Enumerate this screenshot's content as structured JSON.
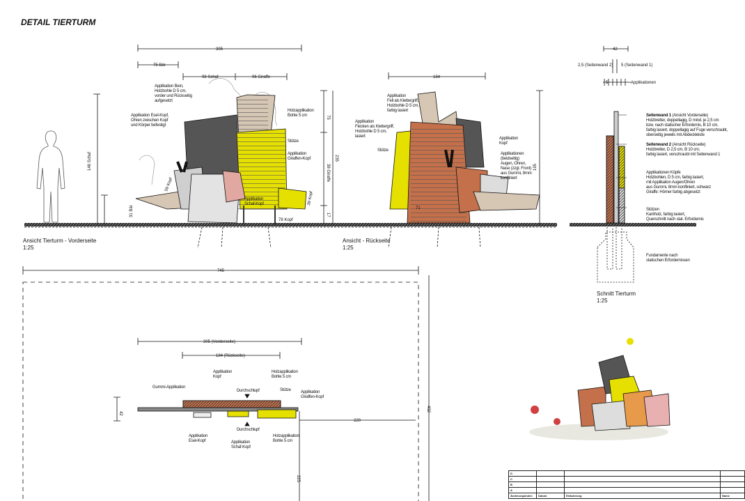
{
  "title": "DETAIL TIERTURM",
  "front_view": {
    "caption": "Ansicht Tierturm - Vorderseite",
    "scale": "1:25",
    "dims": {
      "total": "305",
      "bear": "75 Bär",
      "sheep": "98 Schaf",
      "giraffe": "96 Giraffe",
      "sheep_height": "146 Schaf",
      "bear_height": "31 Bär",
      "top": "75",
      "giraffe_height": "38 Giraffe",
      "bottom": "17",
      "overall_height": "235",
      "donkey_head": "59 Kopf",
      "giraffe_head": "39 Kopf",
      "sheep_head": "78 Kopf"
    },
    "notes": {
      "leg": "Applikation Bein,\nHolzbohle D 5 cm,\nvorder und Rückseitig\naufgesetzt",
      "donkey_head": "Applikation Esel-Kopf,\nOhren zwischen Kopf\nund Körper befestigt",
      "wood_plank": "Holzapplikation\nBohle 5 cm",
      "support": "Stütze",
      "giraffe_head": "Applikation\nGiraffen-Kopf",
      "sheep_head": "Applikation\nSchaf-Kopf"
    }
  },
  "back_view": {
    "caption": "Ansicht - Rückseite",
    "scale": "1:25",
    "dims": {
      "width": "184",
      "height": "195",
      "support": "71"
    },
    "notes": {
      "fur": "Applikation\nFell als Klettergriff,\nHolzbohle D 5 cm,\nfarbig lasiert",
      "spots": "Applikation\nFlecken als Klettergriff,\nHolzbohle D 5 cm,\nlasiert",
      "support": "Stütze",
      "head": "Applikation\nKopf",
      "features": "Applikationen\n(beidseitig)\nAugen, Ohren,\nNase (zzgl. Front)\naus Gummi, 8mm\nkonfliniert"
    }
  },
  "section": {
    "caption": "Schnitt Tierturm",
    "scale": "1:25",
    "dims": {
      "width": "42",
      "wall2": "2,5 (Seitenwand 2)",
      "wall1": "5 (Seitenwand 1)",
      "applications": "Applikationen",
      "app_step": "5"
    },
    "notes": [
      {
        "head": "Seitenwand 1",
        "sub": "(Ansicht Vorderseite)",
        "text": "Holzbretter, doppellagig, D mind. je 2,5 cm\nbzw. nach statischer Erfordernis, B 10 cm,\nfarbig lasiert, doppellagig auf Fuge verschraubt,\noberseitig jeweils mit Abdeckleiste"
      },
      {
        "head": "Seitenwand 2",
        "sub": "(Ansicht Rückseite)",
        "text": "Holzbretter, D 2,5 cm, B 10 cm,\nfarbig lasiert, verschraubt mit Seitenwand 1"
      },
      {
        "head": "",
        "sub": "",
        "text": "Applikationen Köpfe\nHolzbohlen, D 5 cm, farbig lasiert,\nmit Applikation Augen/Ohren\naus Gummi, 8mm konfliniert, schwarz\nGiraffe: Hörner farbig abgesetzt"
      },
      {
        "head": "",
        "sub": "",
        "text": "Stützen\nKantholz, farbig lasiert,\nQuerschnitt nach stat. Erfordernis"
      },
      {
        "head": "",
        "sub": "",
        "text": "Fundamente nach\nstatischen Erfordernissen"
      }
    ]
  },
  "plan": {
    "dims": {
      "overall": "745",
      "front": "305 (Vorderseite)",
      "back": "184 (Rückseite)",
      "depth": "42",
      "right": "220",
      "side": "432",
      "bottom": "225"
    },
    "notes": {
      "rubber": "Gummi-Applikation",
      "head": "Applikation\nKopf",
      "crawl_top": "Durchschlupf",
      "crawl_bottom": "Durchschlupf",
      "plank_top": "Holzapplikation\nBohle 5 cm",
      "support": "Stütze",
      "giraffe": "Applikation\nGiraffen-Kopf",
      "donkey": "Applikation\nEsel-Kopf",
      "sheep": "Applikation\nSchaf-Kopf",
      "plank_bottom": "Holzapplikation\nBohle 5 cm"
    }
  },
  "title_block": {
    "rows": [
      "D",
      "C",
      "B",
      "A"
    ],
    "headers": [
      "Änderungsindex",
      "Datum",
      "Erläuterung",
      "Name"
    ]
  },
  "colors": {
    "brown": "#c4704a",
    "yellow": "#e6e000",
    "beige": "#d6c6b4",
    "grey": "#cfcfcf",
    "dark": "#444444"
  }
}
